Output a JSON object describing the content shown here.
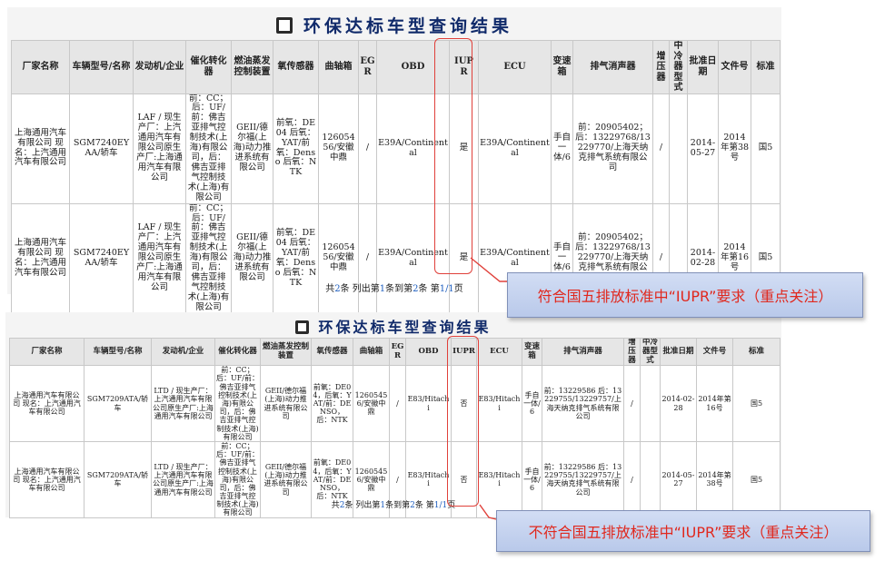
{
  "top": {
    "title": "环保达标车型查询结果",
    "headers": [
      "厂家名称",
      "车辆型号/名称",
      "发动机/企业",
      "催化转化器",
      "燃油蒸发控制装置",
      "氧传感器",
      "曲轴箱",
      "EGR",
      "OBD",
      "IUPR",
      "ECU",
      "变速箱",
      "排气消声器",
      "增压器",
      "中冷器型式",
      "批准日期",
      "文件号",
      "标准"
    ],
    "rows": [
      [
        "上海通用汽车有限公司 现名：上汽通用汽车有限公司",
        "SGM7240EYAA/轿车",
        "LAF / 现生产厂：上汽通用汽车有限公司原生产厂:上海通用汽车有限公司",
        "前：CC；后：UF/前：佛吉亚排气控制技术(上海)有限公司，后：佛吉亚排气控制技术(上海)有限公司",
        "GEII/德尔福(上海)动力推进系统有限公司",
        "前氧：DE04 后氧：YAT/前氧：Denso 后氧：NTK",
        "12605456/安徽中鼎",
        "/",
        "E39A/Continental",
        "是",
        "E39A/Continental",
        "手自一体/6",
        "前：20905402；后：13229768/13229770/上海天纳克排气系统有限公司",
        "/",
        "",
        "2014-05-27",
        "2014年第38号",
        "国5"
      ],
      [
        "上海通用汽车有限公司 现名：上汽通用汽车有限公司",
        "SGM7240EYAA/轿车",
        "LAF / 现生产厂：上汽通用汽车有限公司原生产厂:上海通用汽车有限公司",
        "前：CC；后：UF/前：佛吉亚排气控制技术(上海)有限公司，后：佛吉亚排气控制技术(上海)有限公司",
        "GEII/德尔福(上海)动力推进系统有限公司",
        "前氧：DE04 后氧：YAT/前氧：Denso 后氧：NTK",
        "12605456/安徽中鼎",
        "/",
        "E39A/Continental",
        "是",
        "E39A/Continental",
        "手自一体/6",
        "前：20905402；后：13229768/13229770/上海天纳克排气系统有限公司",
        "/",
        "",
        "2014-02-28",
        "2014年第16号",
        "国5"
      ]
    ],
    "pager": {
      "pre": "共",
      "total": "2",
      "mid1": "条 列出第",
      "from": "1",
      "mid2": "条到第",
      "to": "2",
      "mid3": "条 第",
      "page": "1/1",
      "post": "页"
    },
    "callout": "符合国五排放标准中“IUPR”要求（重点关注）"
  },
  "bottom": {
    "title": "环保达标车型查询结果",
    "headers": [
      "厂家名称",
      "车辆型号/名称",
      "发动机/企业",
      "催化转化器",
      "燃油蒸发控制装置",
      "氧传感器",
      "曲轴箱",
      "EGR",
      "OBD",
      "IUPR",
      "ECU",
      "变速箱",
      "排气消声器",
      "增压器",
      "中冷器型式",
      "批准日期",
      "文件号",
      "标准"
    ],
    "rows": [
      [
        "上海通用汽车有限公司 现名：上汽通用汽车有限公司",
        "SGM7209ATA/轿车",
        "LTD / 现生产厂：上汽通用汽车有限公司原生产厂:上海通用汽车有限公司",
        "前：CC；后：UF/前：佛吉亚排气控制技术(上海)有限公司，后：佛吉亚排气控制技术(上海)有限公司",
        "GEII/德尔福(上海)动力推进系统有限公司",
        "前氧：DE04，后氧：YAT/前：DENSO，后：NTK",
        "12605456/安徽中鼎",
        "/",
        "E83/Hitachi",
        "否",
        "E83/Hitachi",
        "手自一体/6",
        "前：13229586 后：13229755/13229757/上海天纳克排气系统有限公司",
        "/",
        "",
        "2014-02-28",
        "2014年第16号",
        "国5"
      ],
      [
        "上海通用汽车有限公司 现名：上汽通用汽车有限公司",
        "SGM7209ATA/轿车",
        "LTD / 现生产厂：上汽通用汽车有限公司原生产厂:上海通用汽车有限公司",
        "前：CC；后：UF/前：佛吉亚排气控制技术(上海)有限公司，后：佛吉亚排气控制技术(上海)有限公司",
        "GEII/德尔福(上海)动力推进系统有限公司",
        "前氧：DE04，后氧：YAT/前：DENSO，后：NTK",
        "12605456/安徽中鼎",
        "/",
        "E83/Hitachi",
        "否",
        "E83/Hitachi",
        "手自一体/6",
        "前：13229586 后：13229755/13229757/上海天纳克排气系统有限公司",
        "/",
        "",
        "2014-05-27",
        "2014年第38号",
        "国5"
      ]
    ],
    "pager": {
      "pre": "共",
      "total": "2",
      "mid1": "条 列出第",
      "from": "1",
      "mid2": "条到第",
      "to": "2",
      "mid3": "条 第",
      "page": "1/1",
      "post": "页"
    },
    "callout": "不符合国五排放标准中“IUPR”要求（重点关注）"
  },
  "colors": {
    "highlight": "#e0403a",
    "callout_text": "#e0281e",
    "page_number": "#2060c0"
  }
}
